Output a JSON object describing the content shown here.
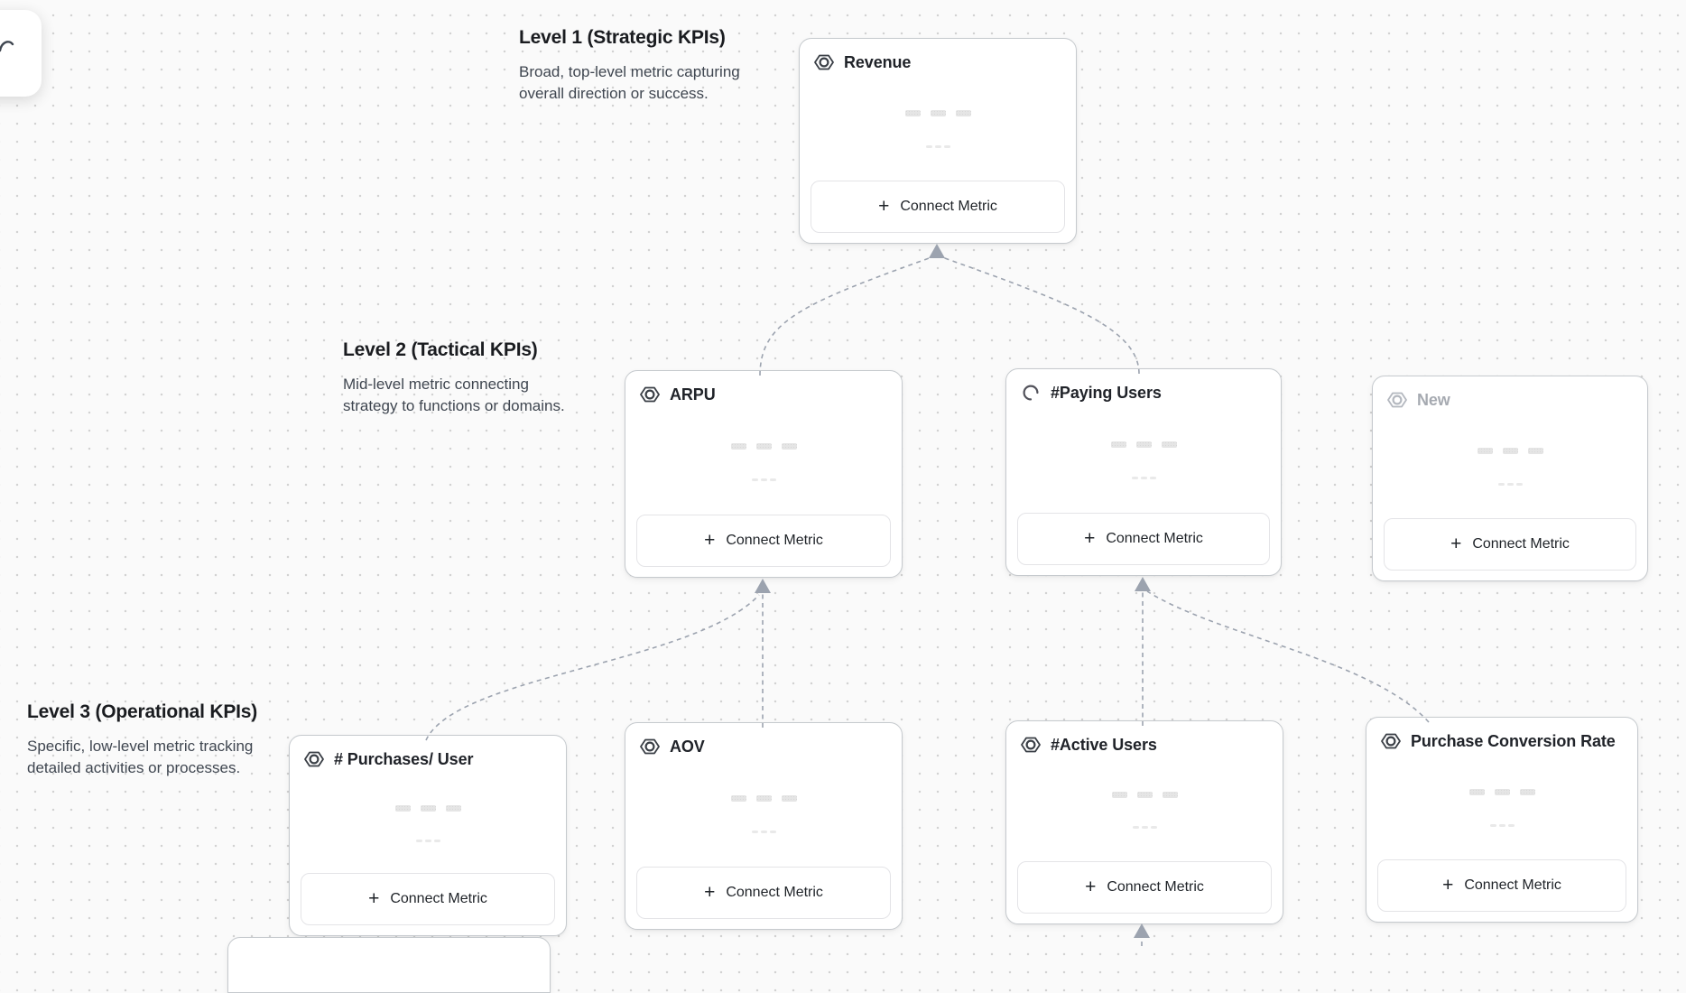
{
  "colors": {
    "connector": "#9ca3af",
    "arrowhead": "#9ca3af",
    "card_border": "#c6cace",
    "canvas_dot": "#d2d2d2"
  },
  "ui": {
    "plus_glyph": "+"
  },
  "sections": [
    {
      "title": "Level 1 (Strategic KPIs)",
      "desc_line1": "Broad, top-level metric capturing",
      "desc_line2": "overall direction or success."
    },
    {
      "title": "Level 2 (Tactical KPIs)",
      "desc_line1": "Mid-level metric connecting",
      "desc_line2": "strategy to functions or domains."
    },
    {
      "title": "Level 3 (Operational KPIs)",
      "desc_line1": "Specific, low-level metric tracking",
      "desc_line2": "detailed activities or processes."
    }
  ],
  "cards": [
    {
      "title": "Revenue",
      "icon": "metric-hexagon-icon",
      "state": "default",
      "connect_label": "Connect Metric"
    },
    {
      "title": "ARPU",
      "icon": "metric-hexagon-icon",
      "state": "default",
      "connect_label": "Connect Metric"
    },
    {
      "title": "#Paying Users",
      "icon": "loading-spinner-icon",
      "state": "loading",
      "connect_label": "Connect Metric"
    },
    {
      "title": "New",
      "icon": "metric-hexagon-icon",
      "state": "draft",
      "connect_label": "Connect Metric"
    },
    {
      "title": "# Purchases/ User",
      "icon": "metric-hexagon-icon",
      "state": "default",
      "connect_label": "Connect Metric"
    },
    {
      "title": "AOV",
      "icon": "metric-hexagon-icon",
      "state": "default",
      "connect_label": "Connect Metric"
    },
    {
      "title": "#Active Users",
      "icon": "metric-hexagon-icon",
      "state": "default",
      "connect_label": "Connect Metric"
    },
    {
      "title": "Purchase Conversion Rate",
      "icon": "metric-hexagon-icon",
      "state": "default",
      "connect_label": "Connect Metric"
    }
  ]
}
